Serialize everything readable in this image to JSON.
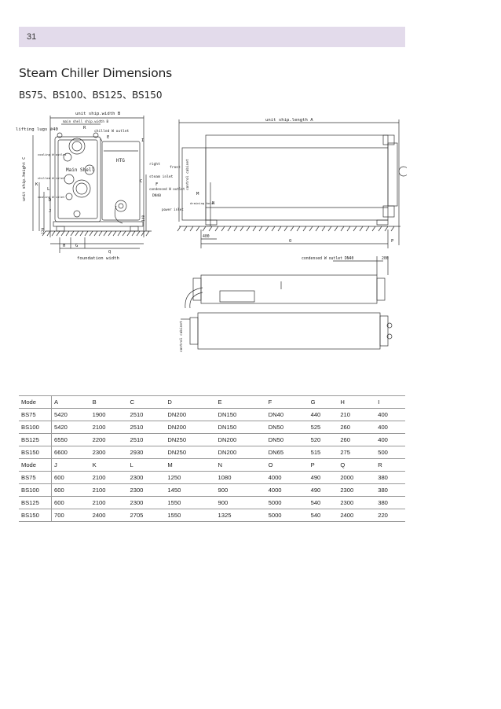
{
  "header": {
    "page_number": "31"
  },
  "title": "Steam Chiller  Dimensions",
  "subtitle": "BS75、BS100、BS125、BS150",
  "drawing": {
    "front_view": {
      "unit_ship_width": "unit ship.width  B",
      "main_shell_ship_width": "main shell ship.width B",
      "lifting_lugs": "lifting lugs ⌀40",
      "chilled_w_outlet": "chilled W outlet",
      "R": "R",
      "E": "E",
      "cooling_w_outlet": "cooling W outlet",
      "chilled_w_inlet": "chilled W inlet",
      "cooling_w_inlet": "cooling W inlet",
      "main": "Main",
      "shell": "Shell",
      "htg": "HTG",
      "right": "right",
      "steam_inlet": "steam inlet",
      "condensed_w_outlet": "condensed W outlet",
      "dn40": "DN40",
      "power_inlet": "power inlet",
      "unit_ship_height": "unit ship.height  C",
      "K": "K",
      "L": "L",
      "D": "D",
      "J": "J",
      "H": "H",
      "G": "G",
      "Q": "Q",
      "I": "I",
      "F": "F",
      "C": "C",
      "dim_120": "120",
      "dim_140": "140",
      "foundation_width": "foundation width"
    },
    "side_view": {
      "unit_ship_length": "unit ship.length  A",
      "front": "front",
      "control_cabinet": "control cabinet",
      "draining_hole": "draining hole",
      "M": "M",
      "N": "N",
      "dim_400": "400",
      "O": "O",
      "P": "P",
      "condensed_w_outlet_dn40": "condensed W outlet  DN40",
      "dim_200": "200"
    },
    "top_view": {
      "control_cabinet": "control cabinet"
    }
  },
  "table": {
    "rows": [
      [
        "Mode",
        "A",
        "B",
        "C",
        "D",
        "E",
        "F",
        "G",
        "H",
        "I"
      ],
      [
        "BS75",
        "5420",
        "1900",
        "2510",
        "DN200",
        "DN150",
        "DN40",
        "440",
        "210",
        "400"
      ],
      [
        "BS100",
        "5420",
        "2100",
        "2510",
        "DN200",
        "DN150",
        "DN50",
        "525",
        "260",
        "400"
      ],
      [
        "BS125",
        "6550",
        "2200",
        "2510",
        "DN250",
        "DN200",
        "DN50",
        "520",
        "260",
        "400"
      ],
      [
        "BS150",
        "6600",
        "2300",
        "2930",
        "DN250",
        "DN200",
        "DN65",
        "515",
        "275",
        "500"
      ],
      [
        "Mode",
        "J",
        "K",
        "L",
        "M",
        "N",
        "O",
        "P",
        "Q",
        "R"
      ],
      [
        "BS75",
        "600",
        "2100",
        "2300",
        "1250",
        "1080",
        "4000",
        "490",
        "2000",
        "380"
      ],
      [
        "BS100",
        "600",
        "2100",
        "2300",
        "1450",
        "900",
        "4000",
        "490",
        "2300",
        "380"
      ],
      [
        "BS125",
        "600",
        "2100",
        "2300",
        "1550",
        "900",
        "5000",
        "540",
        "2300",
        "380"
      ],
      [
        "BS150",
        "700",
        "2400",
        "2705",
        "1550",
        "1325",
        "5000",
        "540",
        "2400",
        "220"
      ]
    ]
  }
}
